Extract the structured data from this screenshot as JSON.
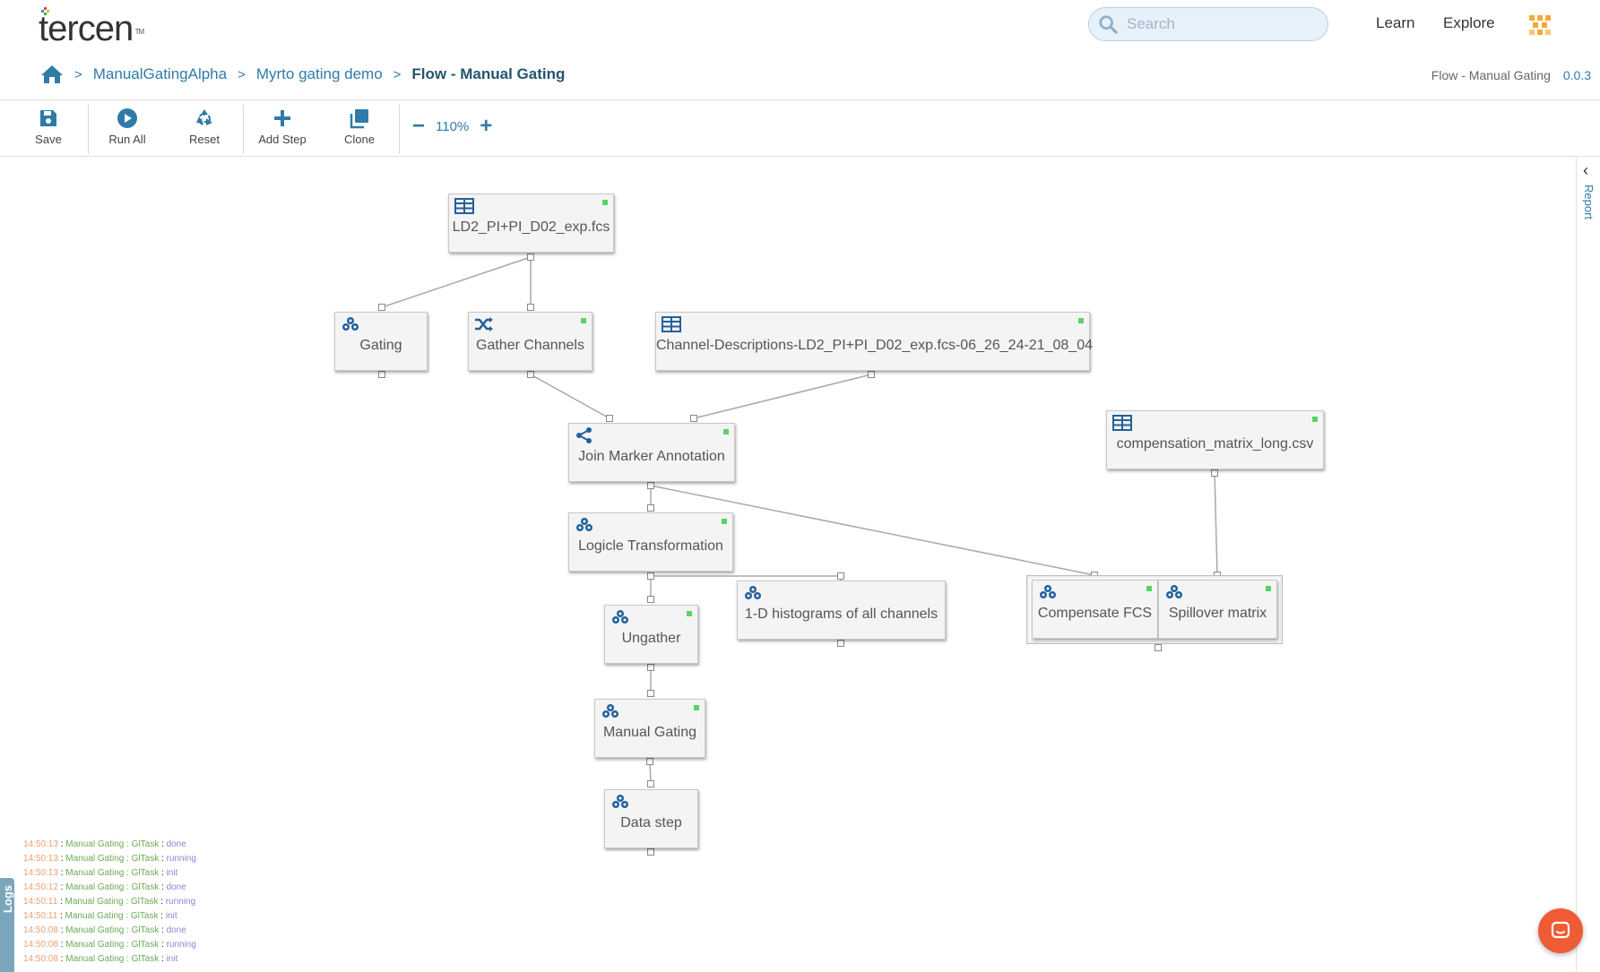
{
  "header": {
    "logo_text": "ercen",
    "logo_tm": "TM",
    "search_placeholder": "Search",
    "nav": [
      "Learn",
      "Explore"
    ]
  },
  "breadcrumb": {
    "items": [
      "ManualGatingAlpha",
      "Myrto gating demo"
    ],
    "current": "Flow - Manual Gating",
    "separator": ">",
    "right_title": "Flow - Manual Gating",
    "version": "0.0.3"
  },
  "toolbar": {
    "save": "Save",
    "run_all": "Run All",
    "reset": "Reset",
    "add_step": "Add Step",
    "clone": "Clone",
    "zoom": "110%"
  },
  "nodes": {
    "fcs": "LD2_PI+PI_D02_exp.fcs",
    "gating": "Gating",
    "gather": "Gather Channels",
    "channel_desc": "Channel-Descriptions-LD2_PI+PI_D02_exp.fcs-06_26_24-21_08_04",
    "join": "Join Marker Annotation",
    "comp_matrix": "compensation_matrix_long.csv",
    "logicle": "Logicle Transformation",
    "histograms": "1-D histograms of all channels",
    "compensate": "Compensate FCS",
    "spillover": "Spillover matrix",
    "ungather": "Ungather",
    "manual_gating": "Manual Gating",
    "data_step": "Data step"
  },
  "report_label": "Report",
  "logs_label": "Logs",
  "logs": [
    {
      "time": "14:50:13",
      "what": "Manual Gating : GlTask",
      "state": "done"
    },
    {
      "time": "14:50:13",
      "what": "Manual Gating : GlTask",
      "state": "running"
    },
    {
      "time": "14:50:13",
      "what": "Manual Gating : GlTask",
      "state": "init"
    },
    {
      "time": "14:50:12",
      "what": "Manual Gating : GlTask",
      "state": "done"
    },
    {
      "time": "14:50:11",
      "what": "Manual Gating : GlTask",
      "state": "running"
    },
    {
      "time": "14:50:11",
      "what": "Manual Gating : GlTask",
      "state": "init"
    },
    {
      "time": "14:50:08",
      "what": "Manual Gating : GlTask",
      "state": "done"
    },
    {
      "time": "14:50:08",
      "what": "Manual Gating : GlTask",
      "state": "running"
    },
    {
      "time": "14:50:08",
      "what": "Manual Gating : GlTask",
      "state": "init"
    }
  ],
  "colors": {
    "accent": "#2f7ba8",
    "status_ok": "#5cd16a",
    "chat": "#ef5b35"
  }
}
